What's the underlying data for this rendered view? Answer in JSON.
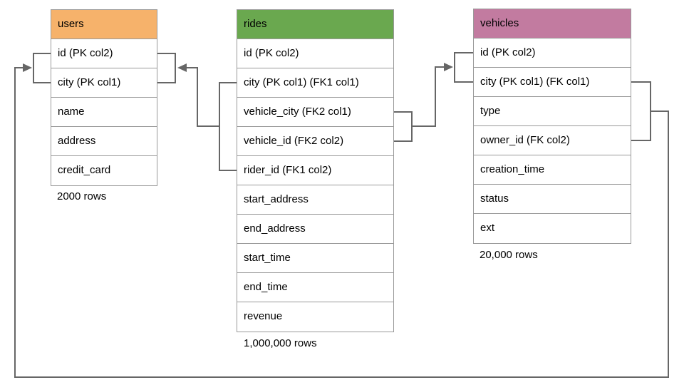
{
  "diagram": {
    "line_color": "#666666",
    "border_color": "#999999",
    "tables": [
      {
        "id": "users",
        "name": "users",
        "header_color": "#F6B26B",
        "columns": [
          "id (PK col2)",
          "city (PK col1)",
          "name",
          "address",
          "credit_card"
        ],
        "row_count_label": "2000 rows"
      },
      {
        "id": "rides",
        "name": "rides",
        "header_color": "#6AA84F",
        "columns": [
          "id (PK col2)",
          "city (PK col1) (FK1 col1)",
          "vehicle_city (FK2 col1)",
          "vehicle_id (FK2 col2)",
          "rider_id (FK1 col2)",
          "start_address",
          "end_address",
          "start_time",
          "end_time",
          "revenue"
        ],
        "row_count_label": "1,000,000 rows"
      },
      {
        "id": "vehicles",
        "name": "vehicles",
        "header_color": "#C27BA0",
        "columns": [
          "id (PK col2)",
          "city (PK col1) (FK col1)",
          "type",
          "owner_id (FK col2)",
          "creation_time",
          "status",
          "ext"
        ],
        "row_count_label": "20,000 rows"
      }
    ],
    "relationships": [
      {
        "name": "FK1",
        "from": "rides (city, rider_id)",
        "to": "users (city, id)"
      },
      {
        "name": "FK2",
        "from": "rides (vehicle_city, vehicle_id)",
        "to": "vehicles (city, id)"
      },
      {
        "name": "FK",
        "from": "vehicles (city, owner_id)",
        "to": "users (city, id)"
      }
    ]
  }
}
